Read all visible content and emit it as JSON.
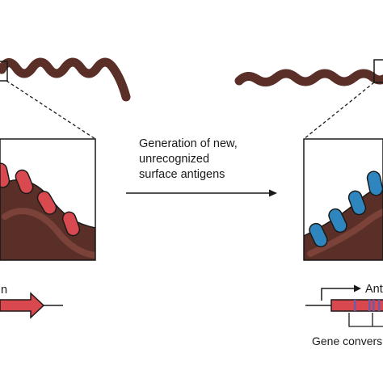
{
  "middle_label": {
    "line1": "Generation of new,",
    "line2": "unrecognized",
    "line3": "surface antigens"
  },
  "left_gene_label": "n",
  "right_gene_label": "Ant",
  "gene_conversion_label": "Gene convers",
  "colors": {
    "bacterium": "#5a2f27",
    "bacterium_highlight": "#7a4238",
    "old_antigen": "#d94a50",
    "new_antigen": "#2f86bf",
    "gene_bar": "#d9484e",
    "gene_stripe": "#6f5aa8",
    "line": "#1a1a1a"
  }
}
